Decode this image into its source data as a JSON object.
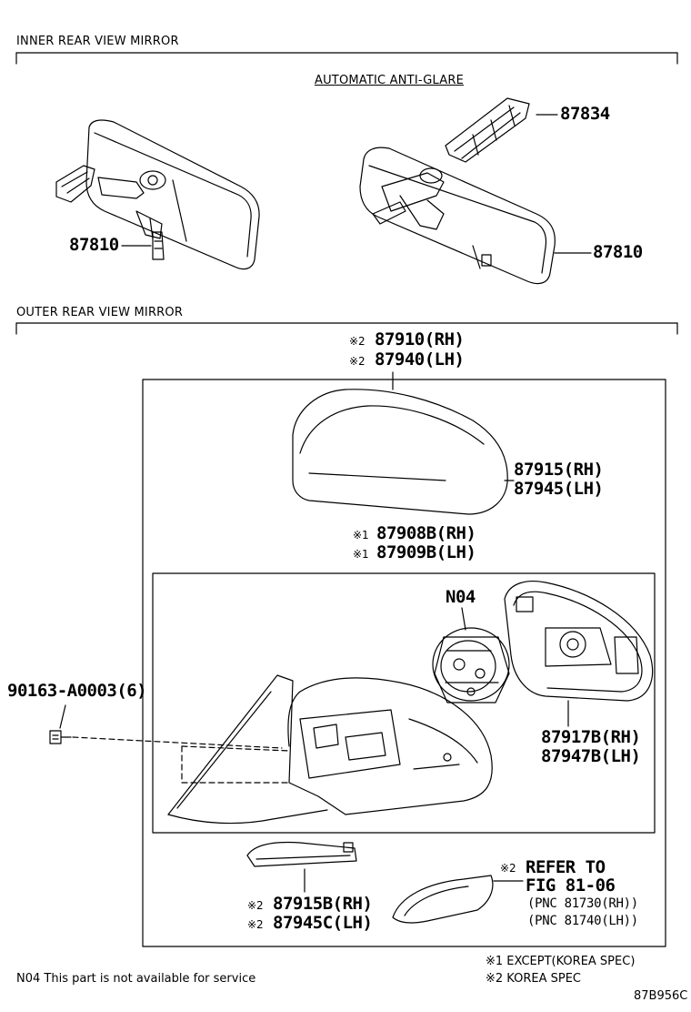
{
  "sections": {
    "inner": "INNER REAR VIEW MIRROR",
    "outer": "OUTER REAR VIEW MIRROR"
  },
  "inner": {
    "auto_label": "AUTOMATIC ANTI-GLARE",
    "p87834": "87834",
    "p87810_left": "87810",
    "p87810_right": "87810"
  },
  "outer": {
    "cover_mark": "※2",
    "cover_rh": "87910(RH)",
    "cover_lh": "87940(LH)",
    "shell_rh": "87915(RH)",
    "shell_lh": "87945(LH)",
    "sub_mark": "※1",
    "sub_rh": "87908B(RH)",
    "sub_lh": "87909B(LH)",
    "n04": "N04",
    "screw": "90163-A0003(6)",
    "glass_rh": "87917B(RH)",
    "glass_lh": "87947B(LH)",
    "lamp_mark": "※2",
    "lamp_rh": "87915B(RH)",
    "lamp_lh": "87945C(LH)",
    "refer_mark": "※2",
    "refer_1": "REFER TO",
    "refer_2": "FIG 81-06",
    "refer_3": "(PNC 81730(RH))",
    "refer_4": "(PNC 81740(LH))"
  },
  "footer": {
    "n04_note": "N04 This part is not available for service",
    "note1": "※1 EXCEPT(KOREA SPEC)",
    "note2": "※2 KOREA SPEC",
    "code": "87B956C"
  }
}
